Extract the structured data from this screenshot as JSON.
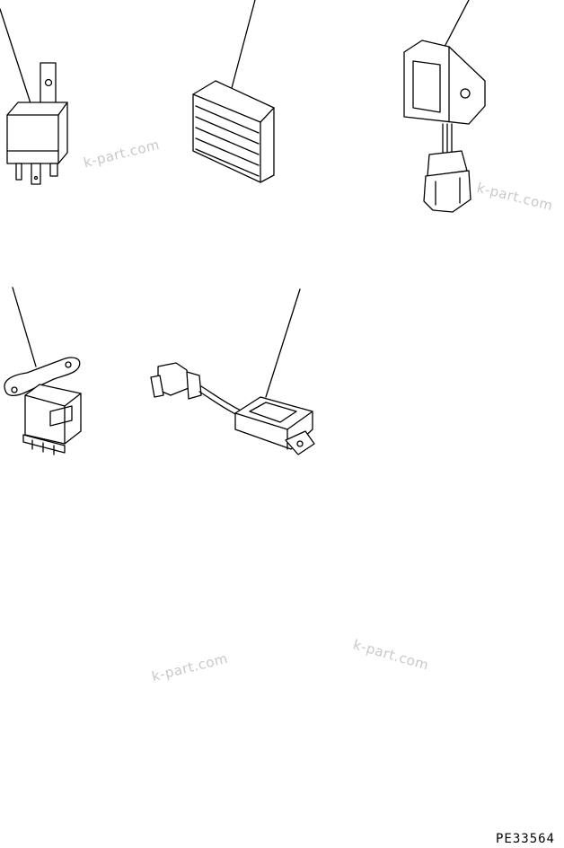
{
  "watermarks": [
    "k-part.com",
    "k-part.com",
    "k-part.com",
    "k-part.com"
  ],
  "drawing_code": "PE33564"
}
